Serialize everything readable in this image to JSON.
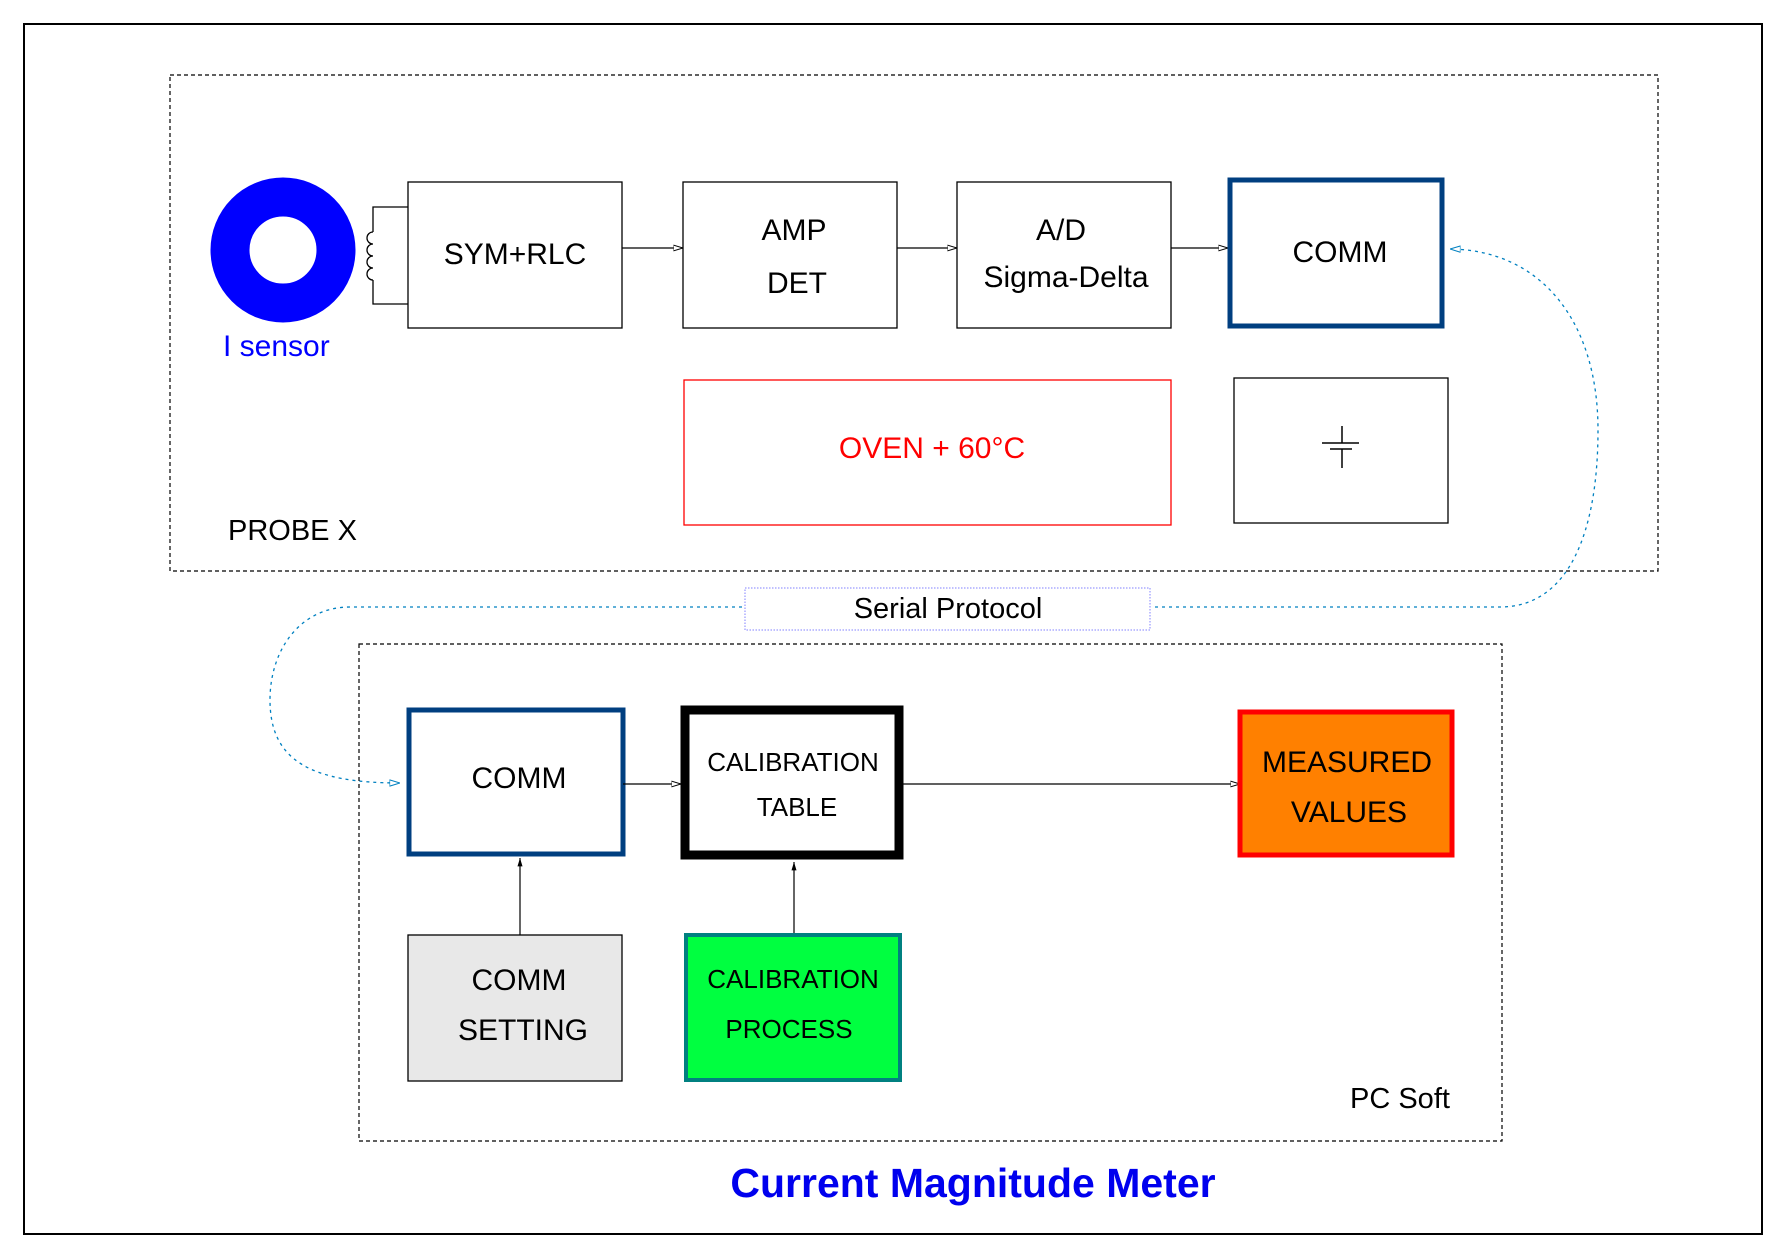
{
  "title": "Current Magnitude Meter",
  "colors": {
    "title": "#0000ee",
    "sensor": "#0000ff",
    "comm_border": "#003f80",
    "oven": "#ff0000",
    "measured_fill": "#ff8000",
    "measured_border": "#ff0000",
    "calib_process_fill": "#00ff40",
    "calib_process_border": "#008080",
    "comm_setting_fill": "#e8e8e8",
    "serial_link": "#0080c0",
    "serial_box": "#8080ff"
  },
  "probe": {
    "label": "PROBE X",
    "sensor_label": "I sensor",
    "blocks": {
      "sym_rlc": "SYM+RLC",
      "amp_line1": "AMP",
      "amp_line2": "DET",
      "ad_line1": "A/D",
      "ad_line2": "Sigma-Delta",
      "comm": "COMM"
    },
    "oven": "OVEN + 60°C",
    "battery_icon": "battery-icon"
  },
  "link": {
    "label": "Serial Protocol"
  },
  "pc": {
    "label": "PC Soft",
    "blocks": {
      "comm": "COMM",
      "calib_table_line1": "CALIBRATION",
      "calib_table_line2": "TABLE",
      "measured_line1": "MEASURED",
      "measured_line2": "VALUES",
      "comm_setting_line1": "COMM",
      "comm_setting_line2": "SETTING",
      "calib_process_line1": "CALIBRATION",
      "calib_process_line2": "PROCESS"
    }
  }
}
